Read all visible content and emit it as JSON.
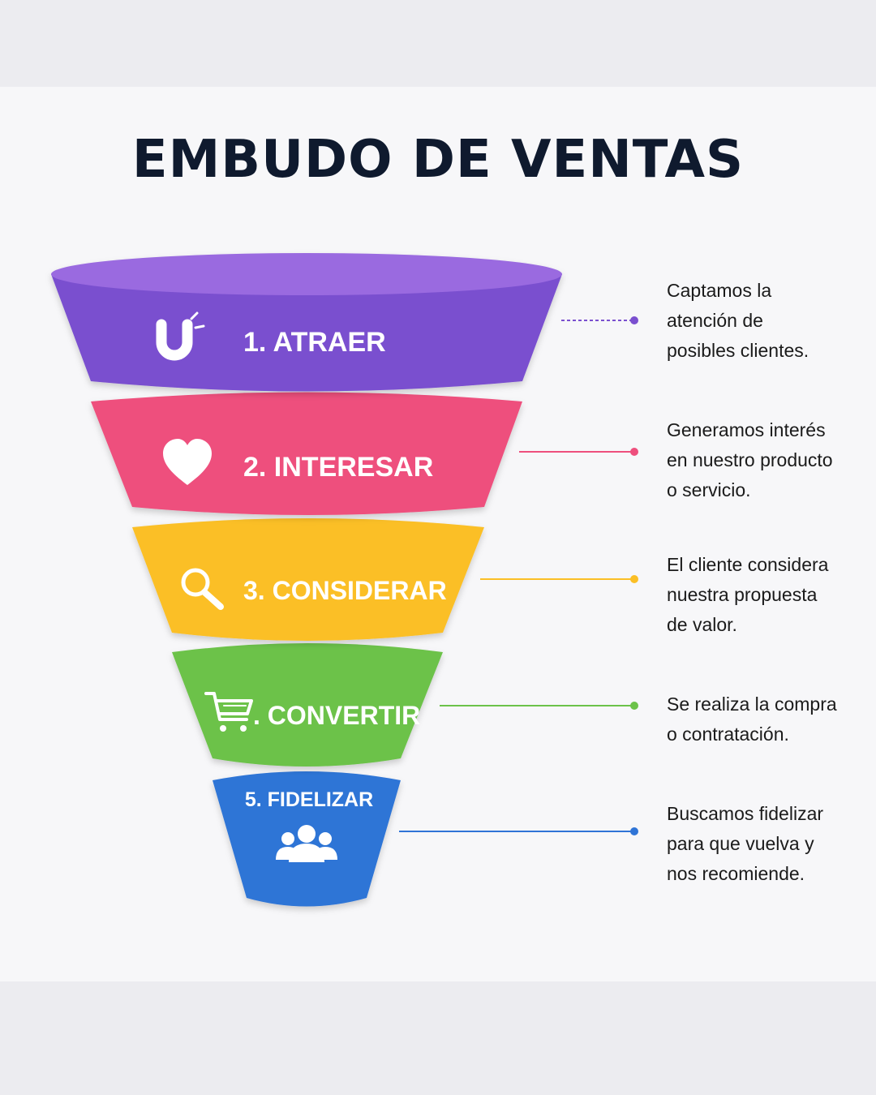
{
  "title": "EMBUDO DE VENTAS",
  "stages": [
    {
      "label": "1. ATRAER",
      "icon": "magnet-icon",
      "color": "#7a4fcf",
      "accent": "#9a6ae0",
      "description": [
        "Captamos la",
        "atención de",
        "posibles clientes."
      ]
    },
    {
      "label": "2. INTERESAR",
      "icon": "heart-icon",
      "color": "#ee4f7d",
      "accent": "#f67a9c",
      "description": [
        "Generamos interés",
        "en nuestro producto",
        "o servicio."
      ]
    },
    {
      "label": "3. CONSIDERAR",
      "icon": "magnifier-icon",
      "color": "#fbbf26",
      "accent": "#fdd35a",
      "description": [
        "El cliente considera",
        "nuestra propuesta",
        "de valor."
      ]
    },
    {
      "label": ". CONVERTIR",
      "icon": "shopping-cart-icon",
      "color": "#6cc24a",
      "accent": "#8bd86c",
      "description": [
        "Se realiza la compra",
        "o contratación."
      ]
    },
    {
      "label": "5. FIDELIZAR",
      "icon": "people-group-icon",
      "color": "#2f74d6",
      "accent": "#4f90e8",
      "description": [
        "Buscamos fidelizar",
        "para que vuelva y",
        "nos recomiende."
      ]
    }
  ]
}
